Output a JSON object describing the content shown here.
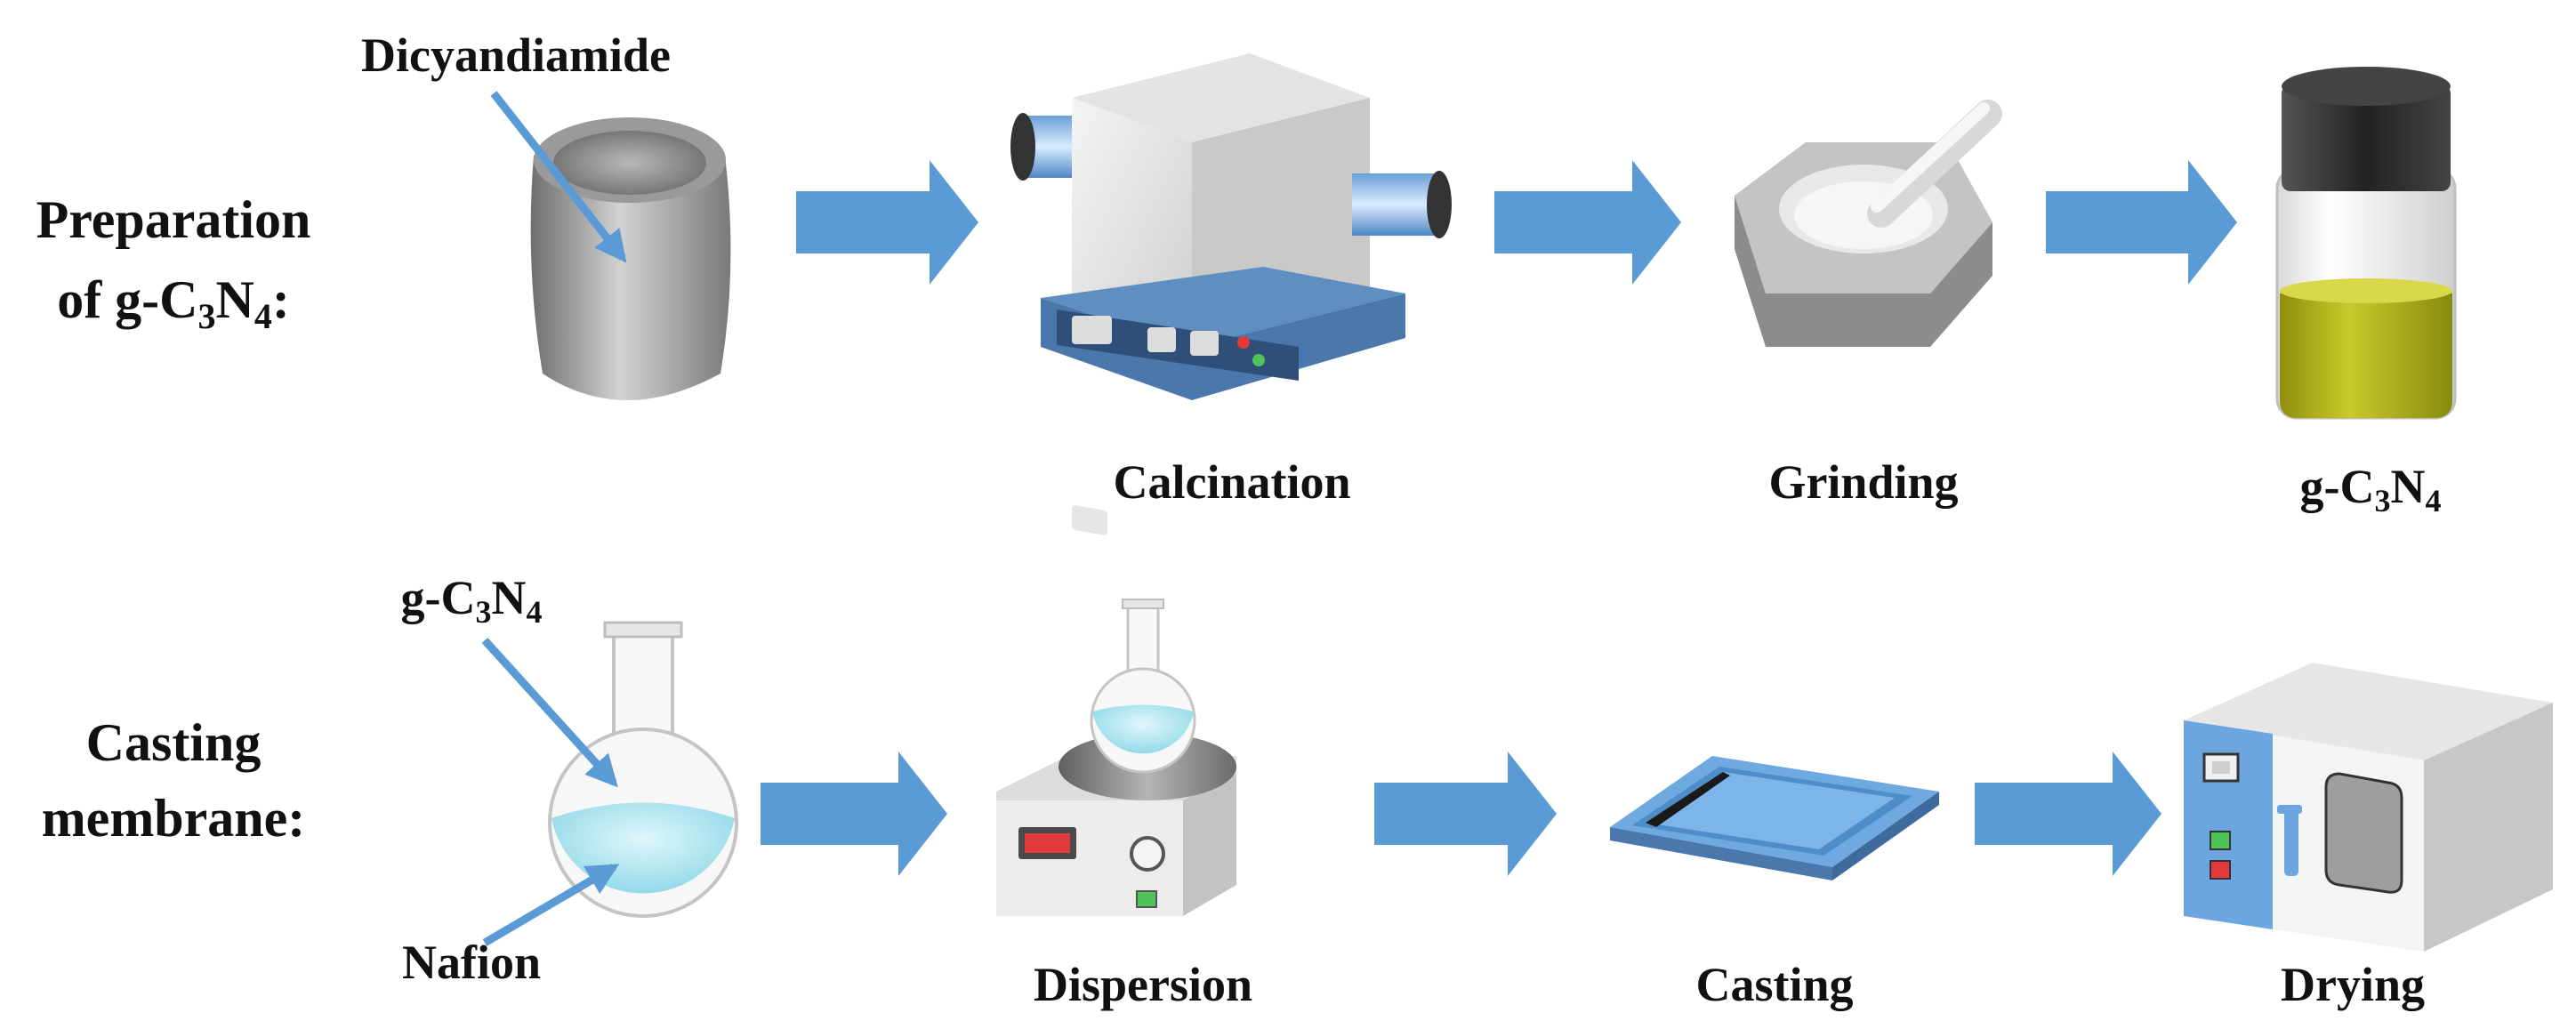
{
  "rows": [
    {
      "title_line1": "Preparation",
      "title_line2_prefix": "of g-C",
      "title_line2_sub1": "3",
      "title_line2_mid": "N",
      "title_line2_sub2": "4",
      "title_line2_suffix": ":",
      "raw_material": "Dicyandiamide",
      "steps": [
        "Calcination",
        "Grinding"
      ],
      "product": {
        "prefix": "g-C",
        "sub1": "3",
        "mid": "N",
        "sub2": "4"
      }
    },
    {
      "title_line1": "Casting",
      "title_line2": "membrane:",
      "input_a": {
        "prefix": "g-C",
        "sub1": "3",
        "mid": "N",
        "sub2": "4"
      },
      "input_b": "Nafion",
      "steps": [
        "Dispersion",
        "Casting",
        "Drying"
      ]
    }
  ],
  "colors": {
    "arrow": "#5b9bd5",
    "liquid_blue": "#a6e3ef",
    "liquid_yellow": "#b5b51a",
    "furnace_base": "#4a78ad",
    "oven_panel": "#6ca6e0",
    "crucible_gray": "#9a9a9a"
  }
}
